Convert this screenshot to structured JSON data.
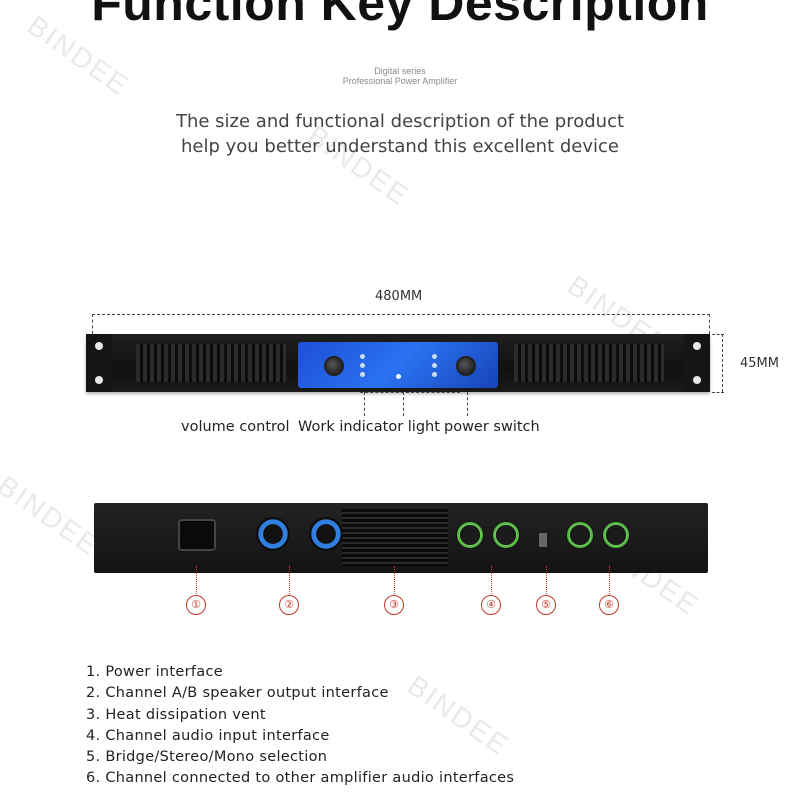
{
  "header": {
    "title": "Function Key Description",
    "series_line1": "Digital series",
    "series_line2": "Professional Power Amplifier",
    "intro_line1": "The size and functional description of the product",
    "intro_line2": "help you better understand this excellent device"
  },
  "watermark": "BINDEE",
  "dimensions": {
    "width": "480MM",
    "height": "45MM"
  },
  "front_callouts": {
    "volume": "volume control",
    "indicator": "Work indicator light",
    "power": "power switch"
  },
  "rear_markers": [
    "①",
    "②",
    "③",
    "④",
    "⑤",
    "⑥"
  ],
  "function_list": [
    "1. Power interface",
    "2. Channel A/B speaker output interface",
    "3. Heat dissipation vent",
    "4. Channel audio input interface",
    "5. Bridge/Stereo/Mono selection",
    "6. Channel connected to other amplifier audio interfaces"
  ],
  "colors": {
    "marker_red": "#c0392b",
    "panel_blue": "#2a72f0",
    "speakon_blue": "#2f7fe0",
    "xlr_green": "#6fcf5a"
  }
}
